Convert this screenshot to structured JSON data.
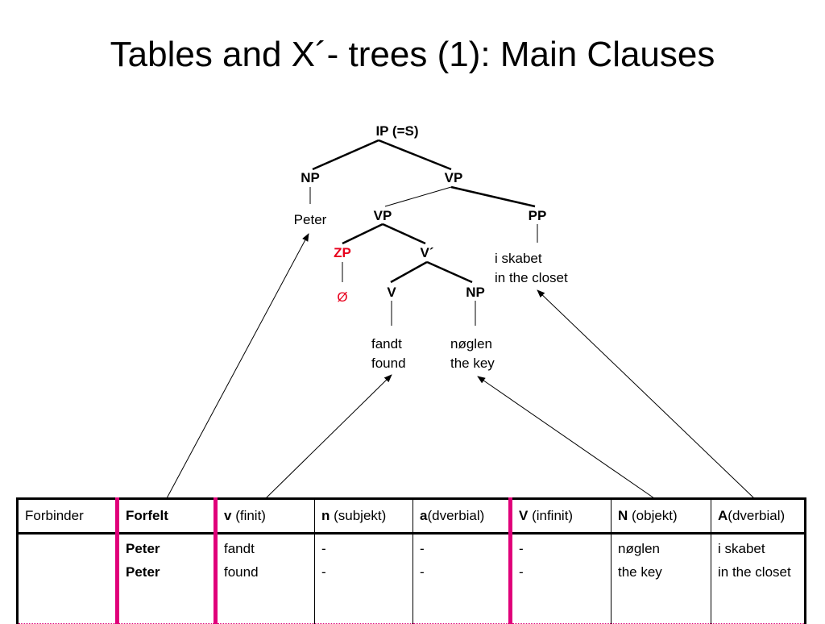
{
  "title": "Tables and X´- trees (1): Main Clauses",
  "colors": {
    "highlight": "#e0007a",
    "zp_red": "#e8001c",
    "text": "#000000"
  },
  "tree": {
    "root": "IP (=S)",
    "np_subject": "NP",
    "np_subject_word": "Peter",
    "vp_upper": "VP",
    "vp_lower": "VP",
    "pp": "PP",
    "pp_word_line1": "i skabet",
    "pp_word_line2": "in the closet",
    "zp": "ZP",
    "zp_word": "Ø",
    "v_bar": "V´",
    "v": "V",
    "v_word_line1": "fandt",
    "v_word_line2": "found",
    "np_object": "NP",
    "np_object_word_line1": "nøglen",
    "np_object_word_line2": "the key"
  },
  "table": {
    "headers": [
      {
        "bold": "",
        "rest": "Forbinder"
      },
      {
        "bold": "Forfelt",
        "rest": ""
      },
      {
        "bold": "v",
        "rest": " (finit)"
      },
      {
        "bold": "n",
        "rest": " (subjekt)"
      },
      {
        "bold": "a",
        "rest": "(dverbial)"
      },
      {
        "bold": "V",
        "rest": " (infinit)"
      },
      {
        "bold": "N",
        "rest": " (objekt)"
      },
      {
        "bold": "A",
        "rest": "(dverbial)"
      }
    ],
    "cells": [
      {
        "line1": "",
        "line2": ""
      },
      {
        "line1": "Peter",
        "line2": "Peter"
      },
      {
        "line1": "fandt",
        "line2": "found"
      },
      {
        "line1": "-",
        "line2": "-"
      },
      {
        "line1": "-",
        "line2": "-"
      },
      {
        "line1": "-",
        "line2": "-"
      },
      {
        "line1": "nøglen",
        "line2": "the key"
      },
      {
        "line1": "i skabet",
        "line2": "in the closet"
      }
    ]
  }
}
